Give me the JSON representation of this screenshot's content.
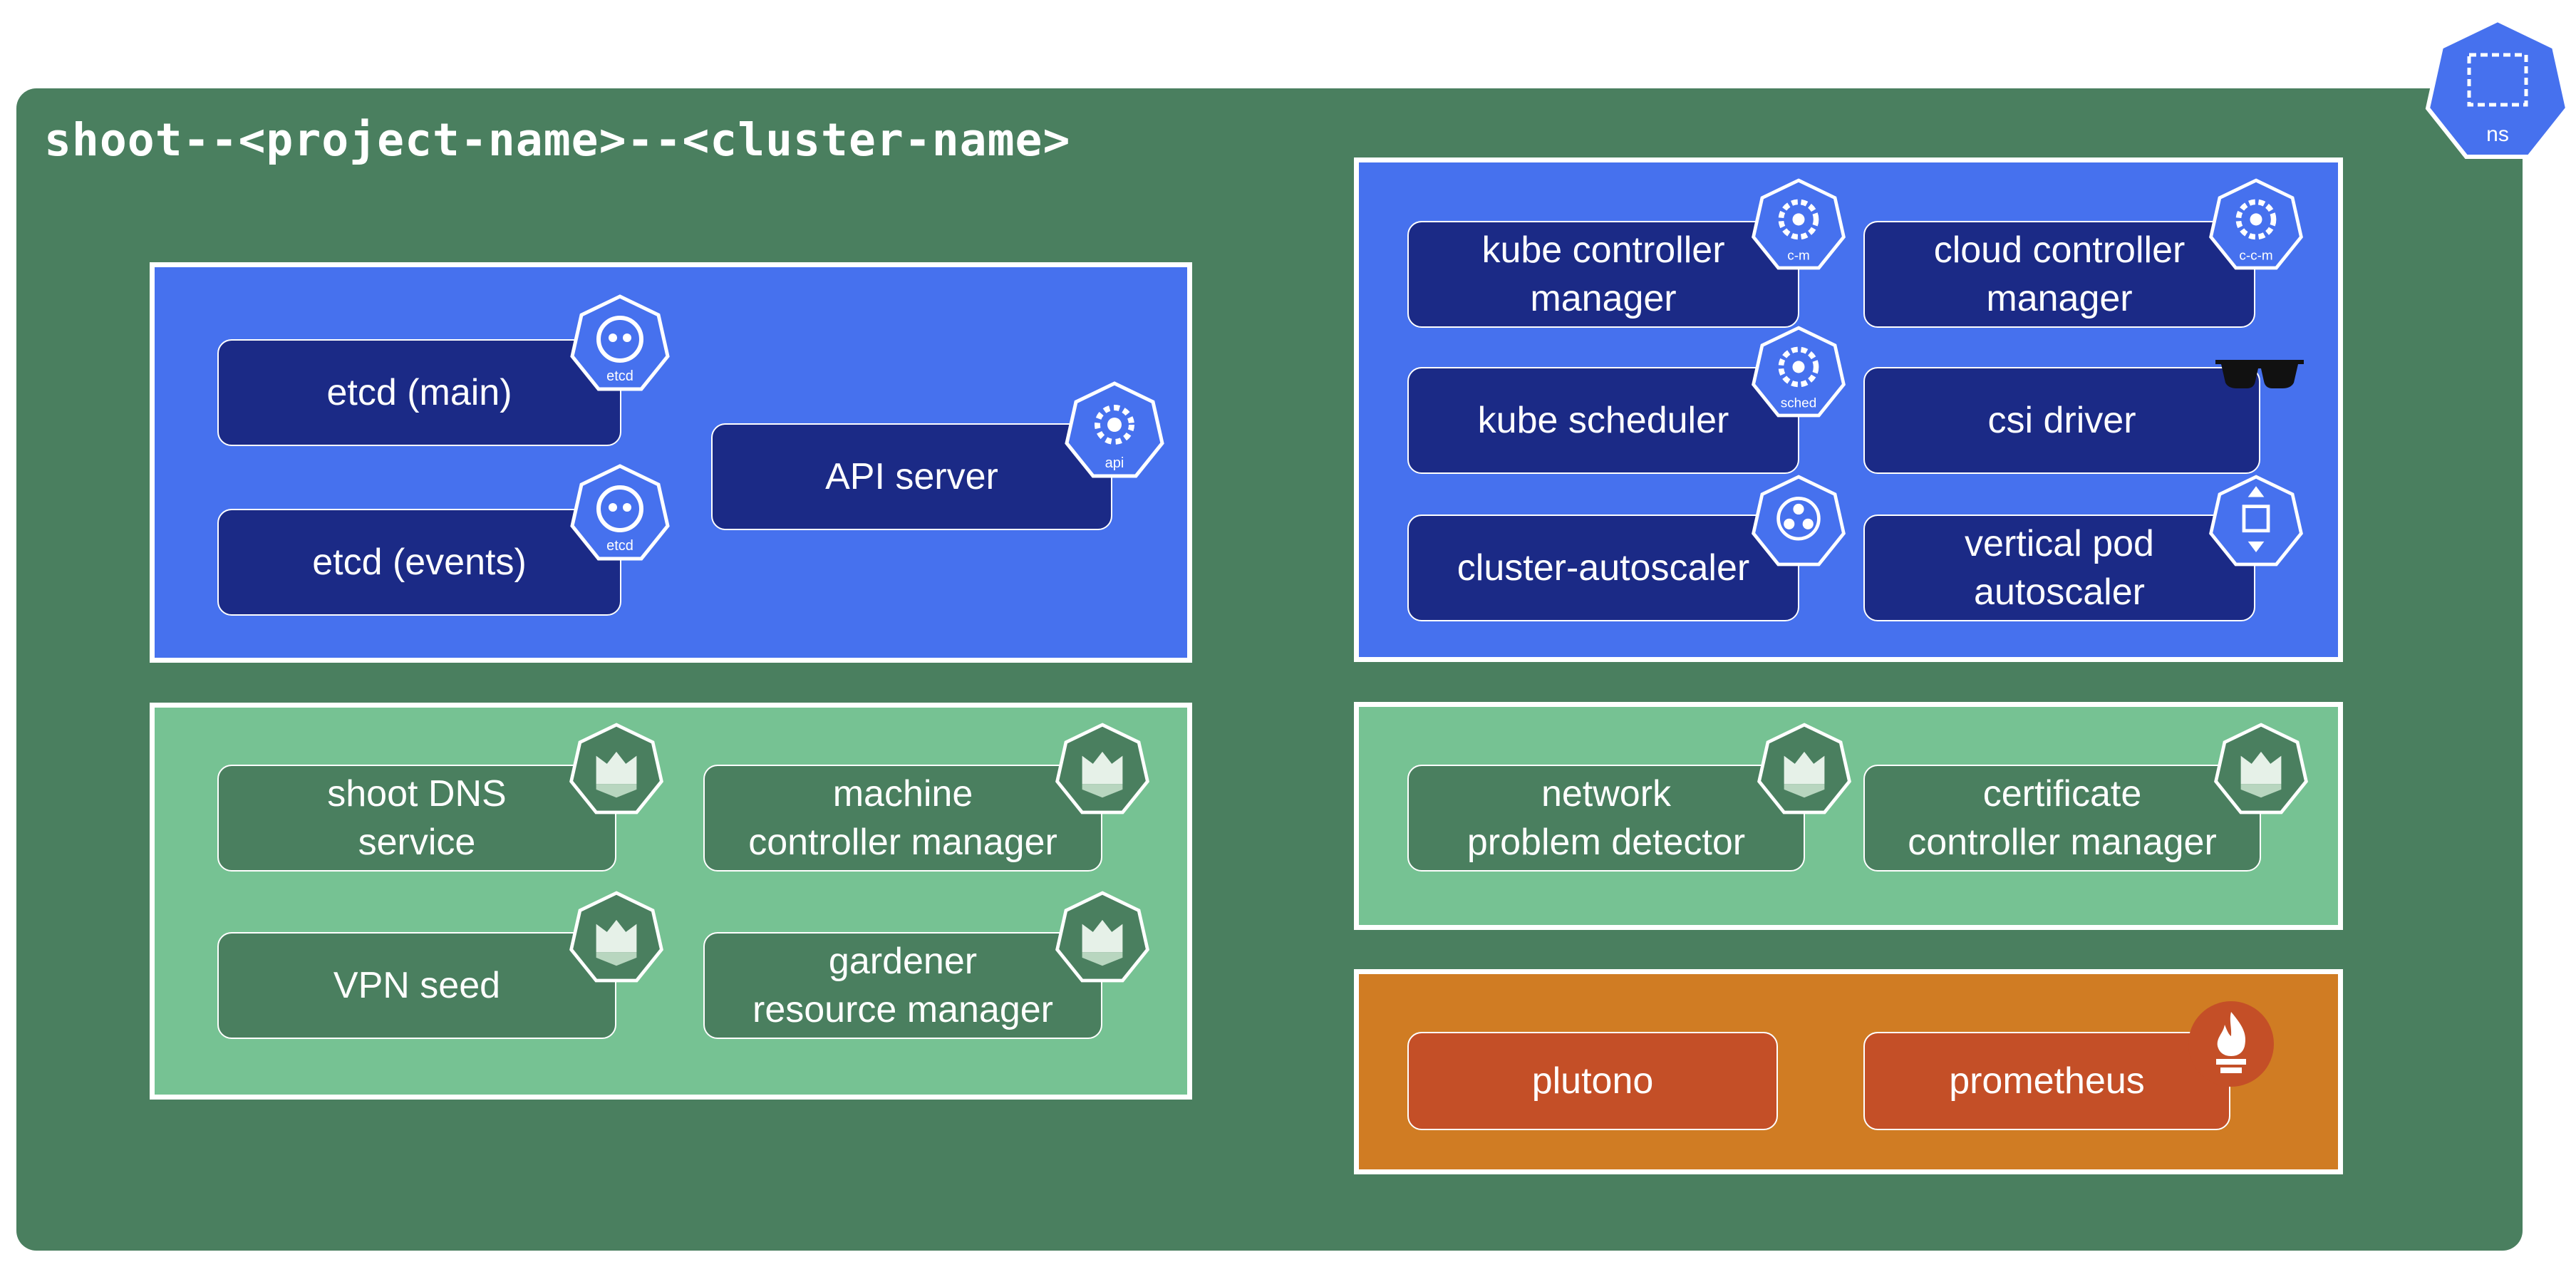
{
  "namespace": {
    "title": "shoot--<project-name>--<cluster-name>",
    "icon_label": "ns"
  },
  "groups": {
    "etcd_api": {
      "etcd_main": "etcd (main)",
      "etcd_events": "etcd (events)",
      "api_server": "API server",
      "icon_etcd": "etcd",
      "icon_api": "api"
    },
    "controllers": {
      "kcm": "kube controller\nmanager",
      "ccm": "cloud controller\nmanager",
      "scheduler": "kube scheduler",
      "csi": "csi driver",
      "autoscaler": "cluster-autoscaler",
      "vpa": "vertical pod\nautoscaler",
      "icon_cm": "c-m",
      "icon_ccm": "c-c-m",
      "icon_sched": "sched"
    },
    "gardener_left": {
      "dns": "shoot DNS\nservice",
      "mcm": "machine\ncontroller manager",
      "vpn": "VPN seed",
      "grm": "gardener\nresource manager"
    },
    "gardener_right": {
      "npd": "network\nproblem detector",
      "cert": "certificate\ncontroller manager"
    },
    "monitoring": {
      "plutono": "plutono",
      "prometheus": "prometheus"
    }
  },
  "colors": {
    "namespace_bg": "#4a7f5f",
    "blue_group": "#4671ee",
    "green_group": "#76c293",
    "orange_group": "#d07c23",
    "dark_box": "#1b2a86",
    "red_box": "#c44f27"
  },
  "icons": [
    "k8s-namespace-icon",
    "etcd-icon",
    "api-server-icon",
    "controller-manager-icon",
    "cloud-controller-manager-icon",
    "scheduler-icon",
    "sunglasses-icon",
    "autoscaler-icon",
    "vpa-icon",
    "gardener-icon",
    "prometheus-icon"
  ]
}
